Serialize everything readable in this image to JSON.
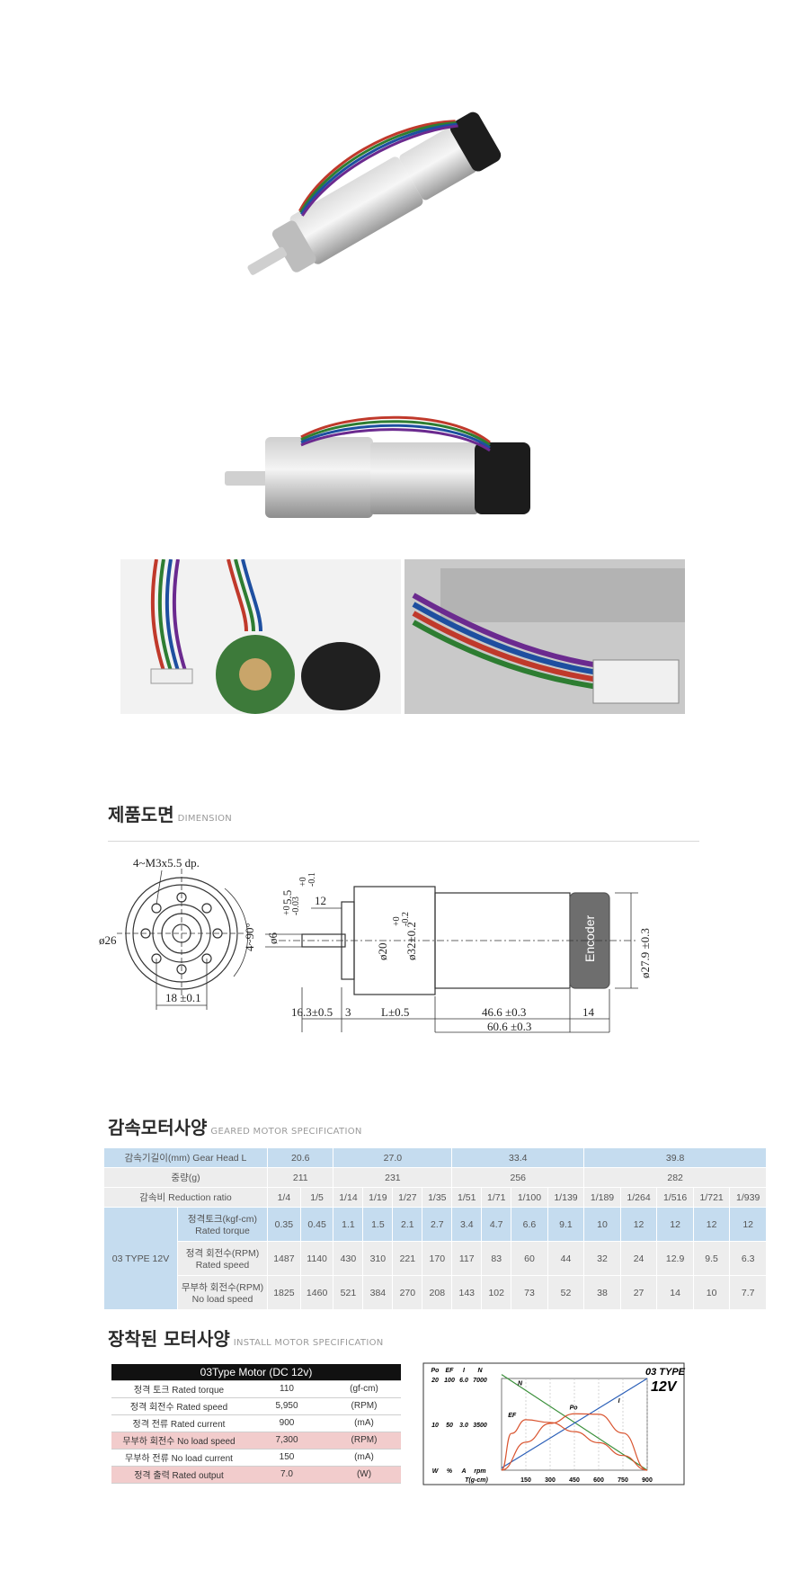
{
  "photos": [
    "motor-angle-photo",
    "motor-side-photo",
    "encoder-board-photo",
    "connector-cable-photo"
  ],
  "dimension": {
    "title": "제품도면",
    "title_en": "DIMENSION",
    "labels": {
      "holes": "4~M3x5.5  dp.",
      "pcd": "ø26",
      "angle": "4~90°",
      "width18": "18 ±0.1",
      "shaft12": "12",
      "shaft_d": "ø6",
      "shaft_tol": "+0\n-0.03",
      "flat": "5.5",
      "flat_tol": "+0\n-0.1",
      "d20": "ø20",
      "d20_tol": "+0\n-0.2",
      "d32": "ø32±0.2",
      "encoder": "Encoder",
      "d27": "ø27.9 ±0.3",
      "l163": "16.3±0.5",
      "l3": "3",
      "L": "L±0.5",
      "l466": "46.6 ±0.3",
      "l14": "14",
      "l606": "60.6 ±0.3"
    }
  },
  "geared": {
    "title": "감속모터사양",
    "title_en": "GEARED MOTOR SPECIFICATION",
    "row_gear_label": "감속기길이(mm) Gear Head L",
    "gear_heads": [
      "20.6",
      "27.0",
      "33.4",
      "39.8"
    ],
    "row_weight_label": "중량(g)",
    "weights": [
      "211",
      "231",
      "256",
      "282"
    ],
    "row_ratio_label": "감속비 Reduction ratio",
    "ratios": [
      "1/4",
      "1/5",
      "1/14",
      "1/19",
      "1/27",
      "1/35",
      "1/51",
      "1/71",
      "1/100",
      "1/139",
      "1/189",
      "1/264",
      "1/516",
      "1/721",
      "1/939"
    ],
    "type_label": "03 TYPE 12V",
    "rows": [
      {
        "label_ko": "정격토크(kgf-cm)",
        "label_en": "Rated torque",
        "values": [
          "0.35",
          "0.45",
          "1.1",
          "1.5",
          "2.1",
          "2.7",
          "3.4",
          "4.7",
          "6.6",
          "9.1",
          "10",
          "12",
          "12",
          "12",
          "12"
        ]
      },
      {
        "label_ko": "정격 회전수(RPM)",
        "label_en": "Rated speed",
        "values": [
          "1487",
          "1140",
          "430",
          "310",
          "221",
          "170",
          "117",
          "83",
          "60",
          "44",
          "32",
          "24",
          "12.9",
          "9.5",
          "6.3"
        ]
      },
      {
        "label_ko": "무부하 회전수(RPM)",
        "label_en": "No load speed",
        "values": [
          "1825",
          "1460",
          "521",
          "384",
          "270",
          "208",
          "143",
          "102",
          "73",
          "52",
          "38",
          "27",
          "14",
          "10",
          "7.7"
        ]
      }
    ]
  },
  "install": {
    "title": "장착된 모터사양",
    "title_en": "INSTALL MOTOR SPECIFICATION",
    "table_title": "03Type Motor (DC 12v)",
    "rows": [
      {
        "label": "정격 토크 Rated torque",
        "value": "110",
        "unit": "(gf-cm)",
        "highlight": false
      },
      {
        "label": "정격 회전수 Rated speed",
        "value": "5,950",
        "unit": "(RPM)",
        "highlight": false
      },
      {
        "label": "정격 전류 Rated current",
        "value": "900",
        "unit": "(mA)",
        "highlight": false
      },
      {
        "label": "무부하 회전수 No load speed",
        "value": "7,300",
        "unit": "(RPM)",
        "highlight": true
      },
      {
        "label": "무부하 전류 No load current",
        "value": "150",
        "unit": "(mA)",
        "highlight": false
      },
      {
        "label": "정격 출력 Rated output",
        "value": "7.0",
        "unit": "(W)",
        "highlight": true
      }
    ]
  },
  "chart_data": {
    "type": "line",
    "title": "03 TYPE",
    "subtitle": "12V",
    "header": [
      "Po",
      "EF",
      "I",
      "N"
    ],
    "y_rows": [
      [
        "20",
        "100",
        "6.0",
        "7000"
      ],
      [
        "10",
        "50",
        "3.0",
        "3500"
      ],
      [
        "W",
        "%",
        "A",
        "rpm"
      ]
    ],
    "xlabel": "T(g-cm)",
    "x_ticks": [
      150,
      300,
      450,
      600,
      750,
      900
    ],
    "xlim": [
      0,
      900
    ],
    "series": [
      {
        "name": "N",
        "color": "#3a8f3a",
        "axis": "rpm",
        "ylim": [
          0,
          7000
        ],
        "x": [
          0,
          900
        ],
        "y": [
          7300,
          0
        ]
      },
      {
        "name": "I",
        "color": "#2b5fb8",
        "axis": "A",
        "ylim": [
          0,
          6.0
        ],
        "x": [
          0,
          900
        ],
        "y": [
          0.15,
          6.0
        ]
      },
      {
        "name": "Po",
        "color": "#d9542f",
        "axis": "W",
        "ylim": [
          0,
          20
        ],
        "x": [
          0,
          150,
          300,
          450,
          600,
          750,
          900
        ],
        "y": [
          0,
          6.1,
          10.2,
          12.3,
          12.2,
          8.1,
          0
        ]
      },
      {
        "name": "EF",
        "color": "#d9542f",
        "axis": "%",
        "ylim": [
          0,
          100
        ],
        "x": [
          0,
          60,
          150,
          300,
          450,
          600,
          750,
          900
        ],
        "y": [
          0,
          40,
          55,
          52,
          42,
          30,
          16,
          0
        ]
      }
    ]
  }
}
